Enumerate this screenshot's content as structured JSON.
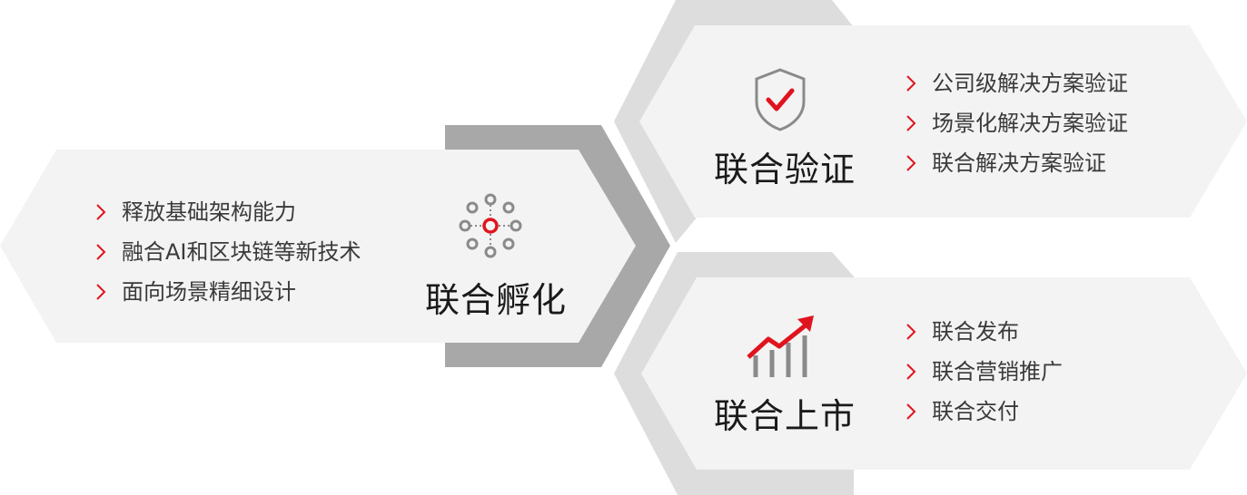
{
  "colors": {
    "accent": "#e0141e",
    "hex_face": "#f3f3f3",
    "hex_frame": "#a8a8a8",
    "hex_frame_light": "#dddddd",
    "icon_gray": "#8a8a8a"
  },
  "incubation": {
    "icon": "network-hub-icon",
    "title": "联合孵化",
    "items": [
      "释放基础架构能力",
      "融合AI和区块链等新技术",
      "面向场景精细设计"
    ]
  },
  "verification": {
    "icon": "shield-check-icon",
    "title": "联合验证",
    "items": [
      "公司级解决方案验证",
      "场景化解决方案验证",
      "联合解决方案验证"
    ]
  },
  "launch": {
    "icon": "growth-chart-icon",
    "title": "联合上市",
    "items": [
      "联合发布",
      "联合营销推广",
      "联合交付"
    ]
  }
}
